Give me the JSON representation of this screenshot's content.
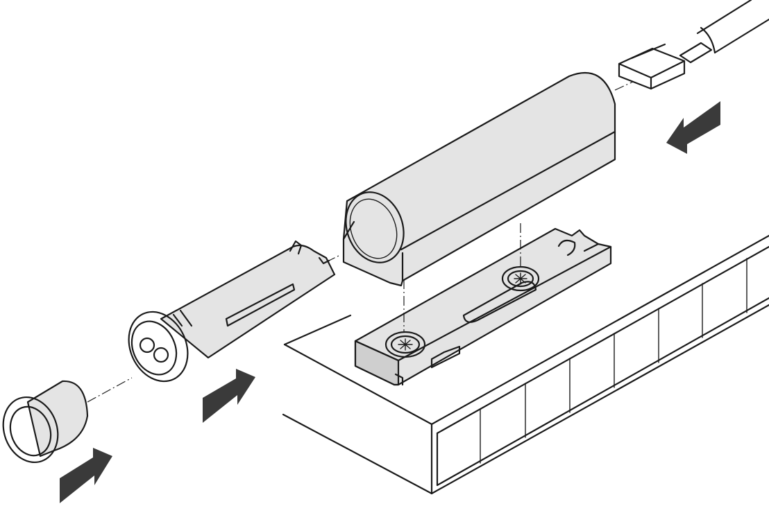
{
  "diagram": {
    "kind": "exploded-assembly-drawing",
    "components": [
      {
        "id": "cable-connector",
        "icon": "connector-plug-icon"
      },
      {
        "id": "housing",
        "icon": "cylinder-housing-icon"
      },
      {
        "id": "mounting-plate",
        "icon": "mounting-plate-icon"
      },
      {
        "id": "plunger-insert",
        "icon": "plunger-icon"
      },
      {
        "id": "sleeve-bushing",
        "icon": "sleeve-icon"
      },
      {
        "id": "cabinet-panel",
        "icon": "panel-icon"
      }
    ],
    "arrows": [
      {
        "id": "arrow-connector",
        "direction": "down-left"
      },
      {
        "id": "arrow-plunger",
        "direction": "up-right"
      },
      {
        "id": "arrow-sleeve",
        "direction": "up-right"
      }
    ],
    "colors": {
      "line": "#1a1a1a",
      "part_fill": "#e4e4e4",
      "arrow_fill": "#3a3a3a",
      "background": "#ffffff"
    }
  }
}
